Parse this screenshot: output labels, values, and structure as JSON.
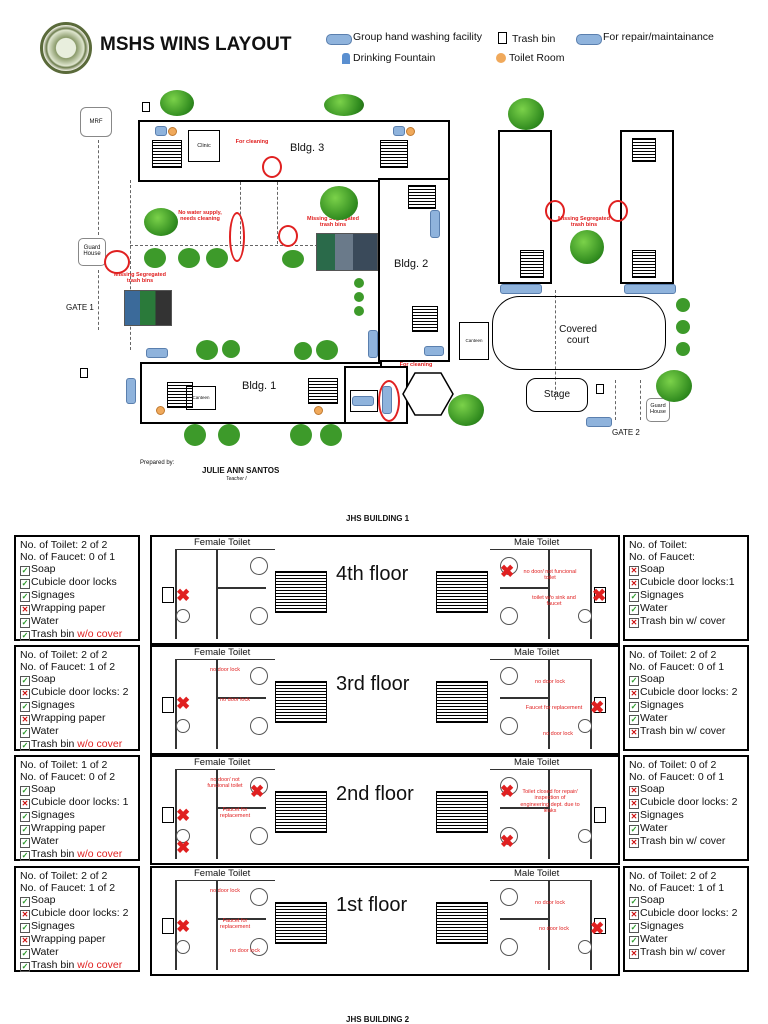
{
  "header": {
    "title": "MSHS WINS LAYOUT",
    "legend": {
      "hand_washing": "Group hand washing facility",
      "trash_bin": "Trash bin",
      "repair": "For repair/maintainance",
      "drinking": "Drinking Fountain",
      "toilet_room": "Toilet Room"
    }
  },
  "map": {
    "mrf": "MRF",
    "guard_house_left": "Guard House",
    "guard_house_right": "Guard House",
    "gate1": "GATE 1",
    "gate2": "GATE 2",
    "bldg1": "Bldg. 1",
    "bldg2": "Bldg. 2",
    "bldg3": "Bldg. 3",
    "clinic": "Clinic",
    "canteen1": "Canteen",
    "canteen2": "Canteen",
    "canteen3": "Canteen",
    "covered_court": "Covered court",
    "stage": "Stage",
    "notes": {
      "for_cleaning_top": "For cleaning",
      "no_water": "No water supply, needs cleaning",
      "missing_bins_1": "Missing Segregated trash bins",
      "missing_bins_2": "Missing Segregated trash bins",
      "missing_bins_3": "Missing Segregated trash bins",
      "for_cleaning_bottom": "For cleaning"
    },
    "prepared_by_label": "Prepared by:",
    "prepared_by_name": "JULIE ANN SANTOS",
    "prepared_by_role": "Teacher I"
  },
  "section1_title": "JHS BUILDING 1",
  "section2_title": "JHS BUILDING 2",
  "floors": [
    {
      "name": "4th floor",
      "female_label": "Female Toilet",
      "male_label": "Male Toilet",
      "female_notes": [],
      "male_notes": [
        "no door/ not funcional toilet",
        "toilet w/o sink and faucet"
      ],
      "left": {
        "lines": [
          {
            "text": "No. of Toilet: 2 of 2",
            "mark": ""
          },
          {
            "text": "No. of Faucet: 0 of 1",
            "mark": ""
          },
          {
            "text": "Soap",
            "mark": "ok"
          },
          {
            "text": "Cubicle door locks",
            "mark": "ok"
          },
          {
            "text": "Signages",
            "mark": "ok"
          },
          {
            "text": "Wrapping paper",
            "mark": "no"
          },
          {
            "text": "Water",
            "mark": "ok"
          },
          {
            "text": "Trash bin ",
            "red": "w/o cover",
            "mark": "ok"
          }
        ]
      },
      "right": {
        "lines": [
          {
            "text": "No. of Toilet:",
            "mark": ""
          },
          {
            "text": "No. of Faucet:",
            "mark": ""
          },
          {
            "text": "Soap",
            "mark": "no"
          },
          {
            "text": "Cubicle door locks:1",
            "mark": "no"
          },
          {
            "text": "Signages",
            "mark": "ok"
          },
          {
            "text": "Water",
            "mark": "ok"
          },
          {
            "text": "Trash bin w/ cover",
            "mark": "no"
          }
        ]
      }
    },
    {
      "name": "3rd floor",
      "female_label": "Female Toilet",
      "male_label": "Male Toilet",
      "female_notes": [
        "no door lock",
        "no door lock"
      ],
      "male_notes": [
        "no door lock",
        "Faucet for replacement",
        "no door lock"
      ],
      "left": {
        "lines": [
          {
            "text": "No. of Toilet: 2 of 2",
            "mark": ""
          },
          {
            "text": "No. of Faucet: 1 of 2",
            "mark": ""
          },
          {
            "text": "Soap",
            "mark": "ok"
          },
          {
            "text": "Cubicle door locks: 2",
            "mark": "no"
          },
          {
            "text": "Signages",
            "mark": "ok"
          },
          {
            "text": "Wrapping paper",
            "mark": "no"
          },
          {
            "text": "Water",
            "mark": "ok"
          },
          {
            "text": "Trash bin ",
            "red": "w/o cover",
            "mark": "ok"
          }
        ]
      },
      "right": {
        "lines": [
          {
            "text": "No. of Toilet: 2 of 2",
            "mark": ""
          },
          {
            "text": "No. of Faucet: 0 of 1",
            "mark": ""
          },
          {
            "text": "Soap",
            "mark": "ok"
          },
          {
            "text": "Cubicle door locks: 2",
            "mark": "no"
          },
          {
            "text": "Signages",
            "mark": "ok"
          },
          {
            "text": "Water",
            "mark": "ok"
          },
          {
            "text": "Trash bin w/ cover",
            "mark": "no"
          }
        ]
      }
    },
    {
      "name": "2nd floor",
      "female_label": "Female Toilet",
      "male_label": "Male Toilet",
      "female_notes": [
        "no door/ not funcional toilet",
        "Faucet for replacement"
      ],
      "male_notes": [
        "Toilet closed for repair/ inspection of engineering dept. due to leaks"
      ],
      "left": {
        "lines": [
          {
            "text": "No. of Toilet: 1 of 2",
            "mark": ""
          },
          {
            "text": "No. of Faucet: 0 of 2",
            "mark": ""
          },
          {
            "text": "Soap",
            "mark": "ok"
          },
          {
            "text": "Cubicle door locks: 1",
            "mark": "no"
          },
          {
            "text": "Signages",
            "mark": "ok"
          },
          {
            "text": "Wrapping paper",
            "mark": "ok"
          },
          {
            "text": "Water",
            "mark": "ok"
          },
          {
            "text": "Trash bin ",
            "red": "w/o cover",
            "mark": "ok"
          }
        ]
      },
      "right": {
        "lines": [
          {
            "text": "No. of Toilet: 0 of 2",
            "mark": ""
          },
          {
            "text": "No. of Faucet: 0 of 1",
            "mark": ""
          },
          {
            "text": "Soap",
            "mark": "no"
          },
          {
            "text": "Cubicle door locks: 2",
            "mark": "no"
          },
          {
            "text": "Signages",
            "mark": "no"
          },
          {
            "text": "Water",
            "mark": "ok"
          },
          {
            "text": "Trash bin w/ cover",
            "mark": "no"
          }
        ]
      }
    },
    {
      "name": "1st floor",
      "female_label": "Female Toilet",
      "male_label": "Male Toilet",
      "female_notes": [
        "no door lock",
        "Faucet for replacement",
        "no door lock"
      ],
      "male_notes": [
        "no door lock",
        "no door lock"
      ],
      "left": {
        "lines": [
          {
            "text": "No. of Toilet: 2 of 2",
            "mark": ""
          },
          {
            "text": "No. of Faucet: 1 of 2",
            "mark": ""
          },
          {
            "text": "Soap",
            "mark": "ok"
          },
          {
            "text": "Cubicle door locks: 2",
            "mark": "no"
          },
          {
            "text": "Signages",
            "mark": "ok"
          },
          {
            "text": "Wrapping paper",
            "mark": "no"
          },
          {
            "text": "Water",
            "mark": "ok"
          },
          {
            "text": "Trash bin ",
            "red": "w/o cover",
            "mark": "ok"
          }
        ]
      },
      "right": {
        "lines": [
          {
            "text": "No. of Toilet: 2 of 2",
            "mark": ""
          },
          {
            "text": "No. of Faucet: 1 of 1",
            "mark": ""
          },
          {
            "text": "Soap",
            "mark": "ok"
          },
          {
            "text": "Cubicle door locks: 2",
            "mark": "no"
          },
          {
            "text": "Signages",
            "mark": "ok"
          },
          {
            "text": "Water",
            "mark": "ok"
          },
          {
            "text": "Trash bin w/ cover",
            "mark": "no"
          }
        ]
      }
    }
  ],
  "colors": {
    "ok": "#2a9a2a",
    "no": "#d01010",
    "note_red": "#e02020",
    "tree": "#3d9a2a",
    "sink": "#8fb3dc",
    "toilet_icon": "#f0a95b"
  }
}
